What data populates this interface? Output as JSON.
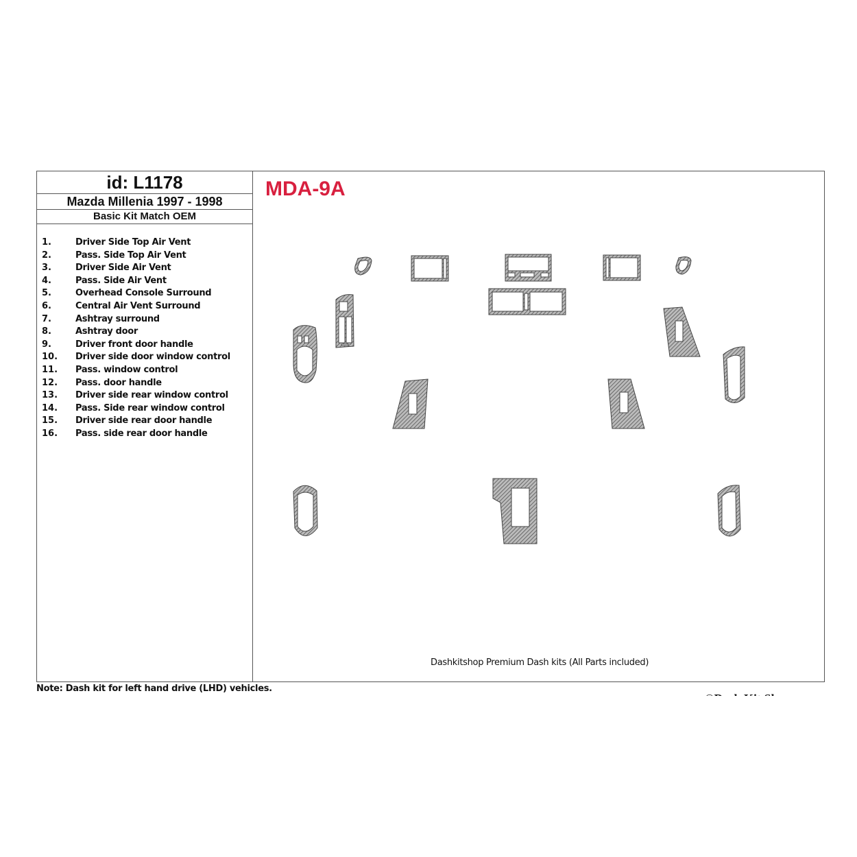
{
  "header": {
    "id_label": "id: L1178",
    "model": "Mazda Millenia 1997 - 1998",
    "kit_type": "Basic Kit Match OEM",
    "code": "MDA-9A",
    "code_color": "#d8203f"
  },
  "parts_list": [
    {
      "num": "1.",
      "label": "Driver Side Top Air Vent"
    },
    {
      "num": "2.",
      "label": "Pass. Side Top Air Vent"
    },
    {
      "num": "3.",
      "label": "Driver Side Air Vent"
    },
    {
      "num": "4.",
      "label": "Pass. Side Air Vent"
    },
    {
      "num": "5.",
      "label": "Overhead Console Surround"
    },
    {
      "num": "6.",
      "label": "Central Air Vent Surround"
    },
    {
      "num": "7.",
      "label": "Ashtray surround"
    },
    {
      "num": "8.",
      "label": "Ashtray door"
    },
    {
      "num": "9.",
      "label": "Driver front door handle"
    },
    {
      "num": "10.",
      "label": "Driver side door window control"
    },
    {
      "num": "11.",
      "label": "Pass. window control"
    },
    {
      "num": "12.",
      "label": "Pass. door handle"
    },
    {
      "num": "13.",
      "label": "Driver side rear window control"
    },
    {
      "num": "14.",
      "label": "Pass. Side rear window control"
    },
    {
      "num": "15.",
      "label": "Driver side rear door handle"
    },
    {
      "num": "16.",
      "label": "Pass. side rear door handle"
    }
  ],
  "footer_text": "Dashkitshop Premium Dash kits (All Parts included)",
  "note": "Note: Dash kit for left hand drive (LHD)  vehicles.",
  "brand_watermark": "©Dash Kit Shop"
}
